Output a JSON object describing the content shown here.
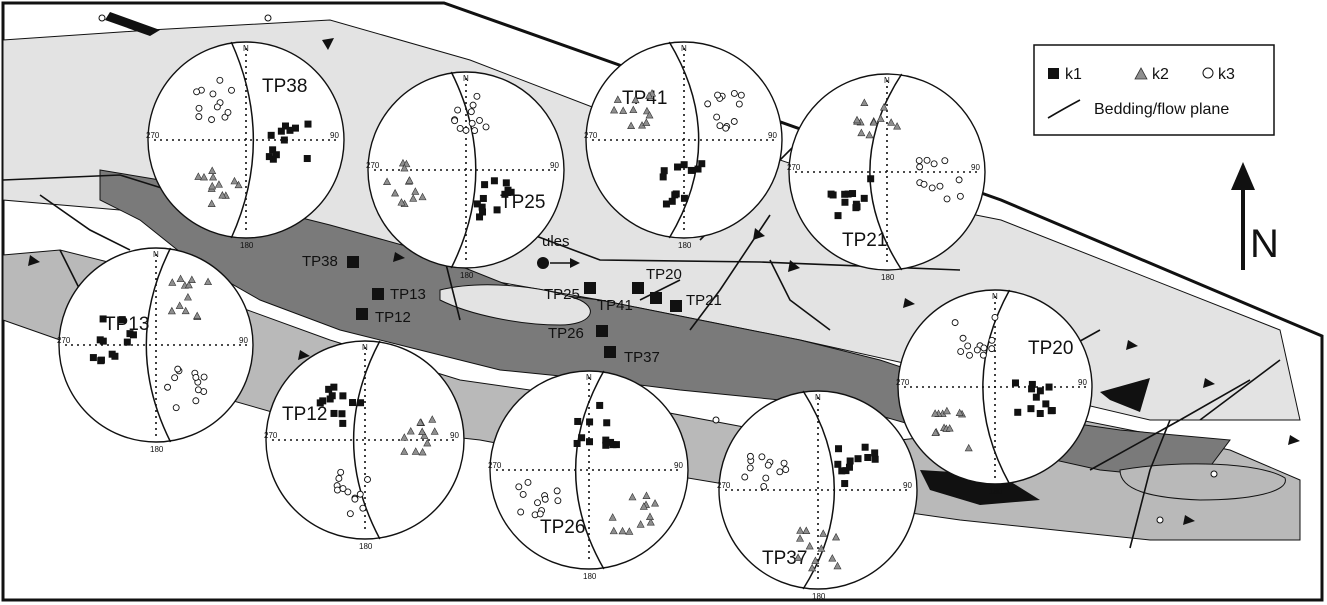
{
  "legend": {
    "k1": "k1",
    "k2": "k2",
    "k3": "k3",
    "plane": "Bedding/flow plane"
  },
  "north": "N",
  "town_label": "ules",
  "stereonet_ticks": {
    "n": "N",
    "e": "90",
    "s": "180",
    "w": "270"
  },
  "sites": [
    {
      "label": "TP38"
    },
    {
      "label": "TP13"
    },
    {
      "label": "TP12"
    },
    {
      "label": "TP25"
    },
    {
      "label": "TP41"
    },
    {
      "label": "TP26"
    },
    {
      "label": "TP37"
    },
    {
      "label": "TP20"
    },
    {
      "label": "TP21"
    }
  ],
  "stereonets": [
    {
      "name": "TP38"
    },
    {
      "name": "TP25"
    },
    {
      "name": "TP41"
    },
    {
      "name": "TP21"
    },
    {
      "name": "TP13"
    },
    {
      "name": "TP12"
    },
    {
      "name": "TP26"
    },
    {
      "name": "TP37"
    },
    {
      "name": "TP20"
    }
  ],
  "colors": {
    "dark_gray": "#7a7a7a",
    "mid_gray": "#b9b9b9",
    "light_gray": "#e3e3e3",
    "black": "#111111"
  }
}
